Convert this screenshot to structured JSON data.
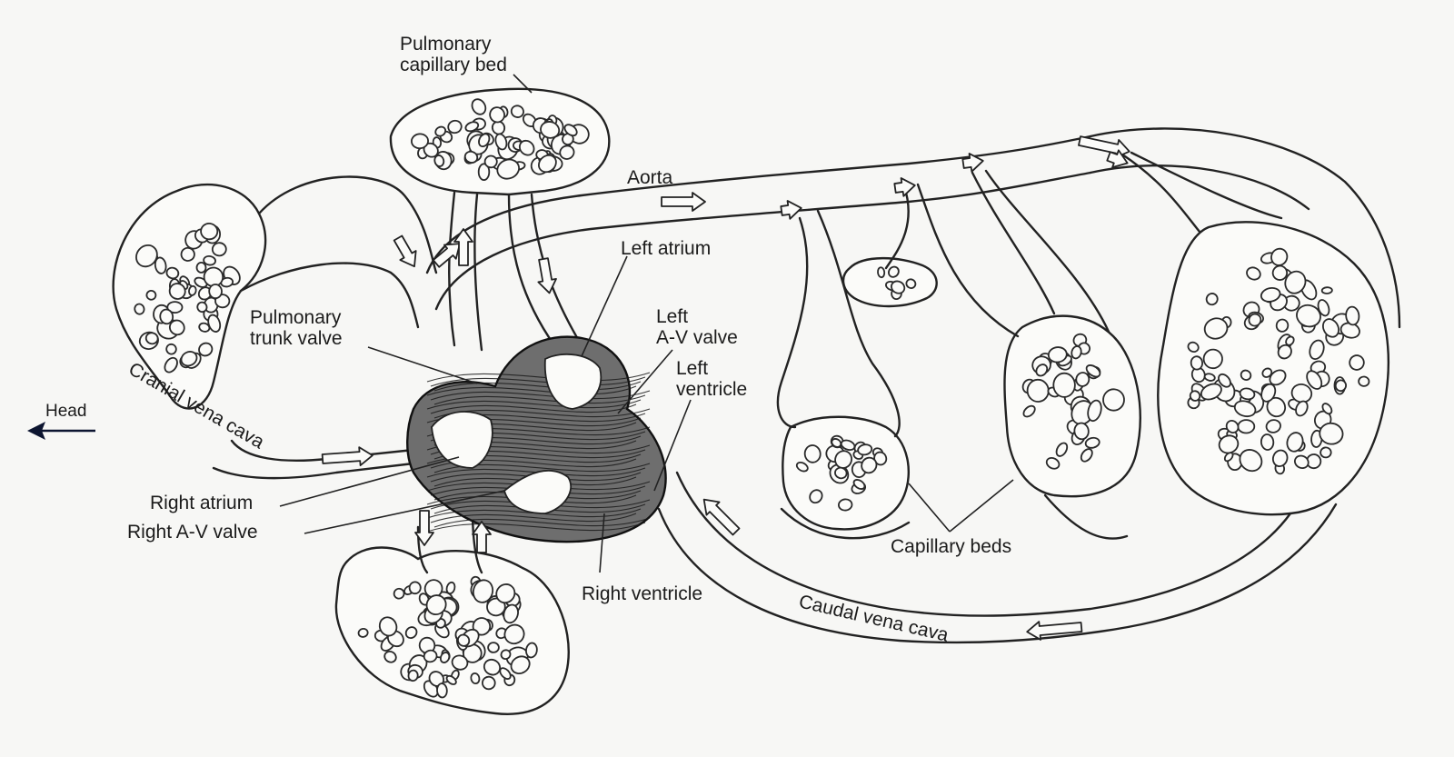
{
  "labels": {
    "pulmonary_capillary_bed_line1": "Pulmonary",
    "pulmonary_capillary_bed_line2": "capillary bed",
    "aorta": "Aorta",
    "left_atrium": "Left atrium",
    "left_av_valve_line1": "Left",
    "left_av_valve_line2": "A-V valve",
    "left_ventricle_line1": "Left",
    "left_ventricle_line2": "ventricle",
    "pulmonary_trunk_valve_line1": "Pulmonary",
    "pulmonary_trunk_valve_line2": "trunk valve",
    "head": "Head",
    "cranial_vena_cava": "Cranial vena cava",
    "right_atrium": "Right atrium",
    "right_av_valve": "Right A-V valve",
    "right_ventricle": "Right ventricle",
    "capillary_beds": "Capillary beds",
    "caudal_vena_cava": "Caudal vena cava"
  },
  "icons": {
    "head_direction": "left-arrow-icon",
    "flow_markers": "hollow-arrow-icon"
  }
}
